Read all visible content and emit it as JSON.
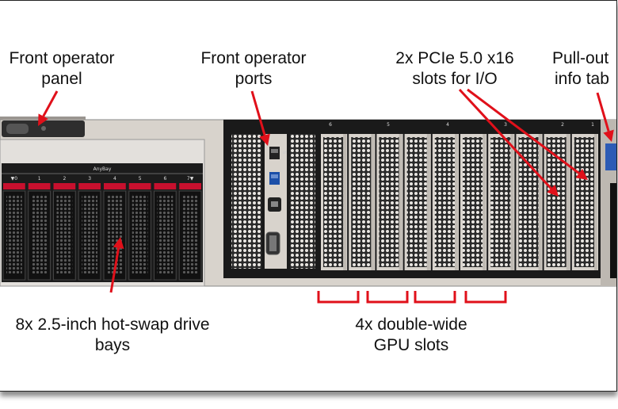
{
  "labels": {
    "front_operator_panel": [
      "Front operator",
      "panel"
    ],
    "front_operator_ports": [
      "Front operator",
      "ports"
    ],
    "pcie_slots": [
      "2x PCIe 5.0 x16",
      "slots for I/O"
    ],
    "pull_out_tab": [
      "Pull-out",
      "info tab"
    ],
    "drive_bays": [
      "8x 2.5-inch hot-swap drive",
      "bays"
    ],
    "gpu_slots": [
      "4x double-wide",
      "GPU slots"
    ]
  },
  "server": {
    "anybay_label": "AnyBay",
    "bay_numbers": [
      "0",
      "1",
      "2",
      "3",
      "4",
      "5",
      "6",
      "7"
    ],
    "slot_numbers": [
      "6",
      "5",
      "4",
      "3",
      "2",
      "1"
    ]
  },
  "colors": {
    "arrow": "#e0101a",
    "chassis": "#d8d3cc",
    "drive_latch": "#c8102e",
    "bezel": "#1a1a1a"
  }
}
